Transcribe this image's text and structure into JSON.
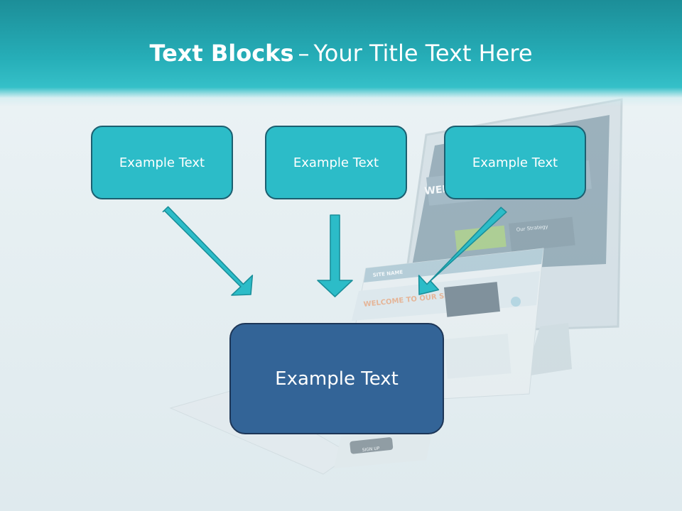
{
  "title": {
    "bold": "Text Blocks",
    "dash": "–",
    "rest": "Your Title Text Here"
  },
  "blocks": [
    {
      "label": "Example Text"
    },
    {
      "label": "Example Text"
    },
    {
      "label": "Example Text"
    }
  ],
  "main_block": {
    "label": "Example Text"
  },
  "illustration": {
    "site_headline_1": "WELCOME TO OUR SITE",
    "site_headline_2": "WELCO",
    "site_subheading": "Our Strategy",
    "site_name": "SITE NAME",
    "signup_label": "SIGN UP"
  },
  "colors": {
    "header": "#26aeb8",
    "small_box_fill": "#2cbcc8",
    "small_box_border": "#1c5f70",
    "main_box_fill": "#336497",
    "main_box_border": "#1d3657",
    "arrow_fill": "#2cbcc8"
  }
}
